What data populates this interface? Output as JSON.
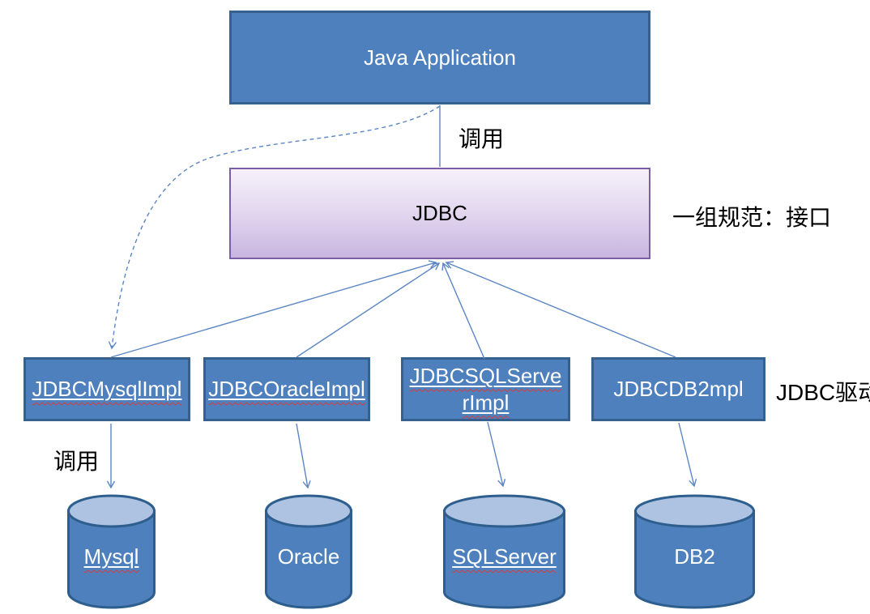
{
  "nodes": {
    "app": {
      "label": "Java Application"
    },
    "jdbc": {
      "label": "JDBC"
    },
    "drivers": [
      {
        "label": "JDBCMysqlImpl",
        "underlined": true
      },
      {
        "label": "JDBCOracleImpl",
        "underlined": true
      },
      {
        "label": "JDBCSQLServerImpl",
        "underlined": true
      },
      {
        "label": "JDBCDB2mpl",
        "underlined": false
      }
    ],
    "databases": [
      {
        "label": "Mysql",
        "underlined": true
      },
      {
        "label": "Oracle",
        "underlined": false
      },
      {
        "label": "SQLServer",
        "underlined": true
      },
      {
        "label": "DB2",
        "underlined": false
      }
    ]
  },
  "annotations": {
    "call_top_label": "调用",
    "call_left_label": "调用",
    "jdbc_note": "一组规范：接口",
    "driver_row_note": "JDBC驱动"
  },
  "edges": [
    {
      "from": "Java Application",
      "to": "JDBC",
      "style": "solid",
      "label": "调用"
    },
    {
      "from": "Java Application",
      "to": "JDBCMysqlImpl",
      "style": "dashed-curve-arrow",
      "label": ""
    },
    {
      "from": "JDBCMysqlImpl",
      "to": "JDBC",
      "style": "solid-arrow",
      "label": ""
    },
    {
      "from": "JDBCOracleImpl",
      "to": "JDBC",
      "style": "solid-arrow",
      "label": ""
    },
    {
      "from": "JDBCSQLServerImpl",
      "to": "JDBC",
      "style": "solid-arrow",
      "label": ""
    },
    {
      "from": "JDBCDB2mpl",
      "to": "JDBC",
      "style": "solid-arrow",
      "label": ""
    },
    {
      "from": "JDBCMysqlImpl",
      "to": "Mysql",
      "style": "solid-arrow",
      "label": "调用"
    },
    {
      "from": "JDBCOracleImpl",
      "to": "Oracle",
      "style": "solid-arrow",
      "label": ""
    },
    {
      "from": "JDBCSQLServerImpl",
      "to": "SQLServer",
      "style": "solid-arrow",
      "label": ""
    },
    {
      "from": "JDBCDB2mpl",
      "to": "DB2",
      "style": "solid-arrow",
      "label": ""
    }
  ],
  "colors": {
    "box_fill": "#4e80bd",
    "box_border": "#36618e",
    "cylinder_top_fill": "#aec3e2",
    "cylinder_border": "#2d5e8e",
    "jdbc_gradient_top": "#f6f1fa",
    "jdbc_gradient_bottom": "#c9b5e0",
    "jdbc_border": "#7a5ea6",
    "arrow": "#5b86c3",
    "spellcheck_wavy": "#d83c3c",
    "text_dark": "#000000",
    "text_light": "#ffffff"
  }
}
